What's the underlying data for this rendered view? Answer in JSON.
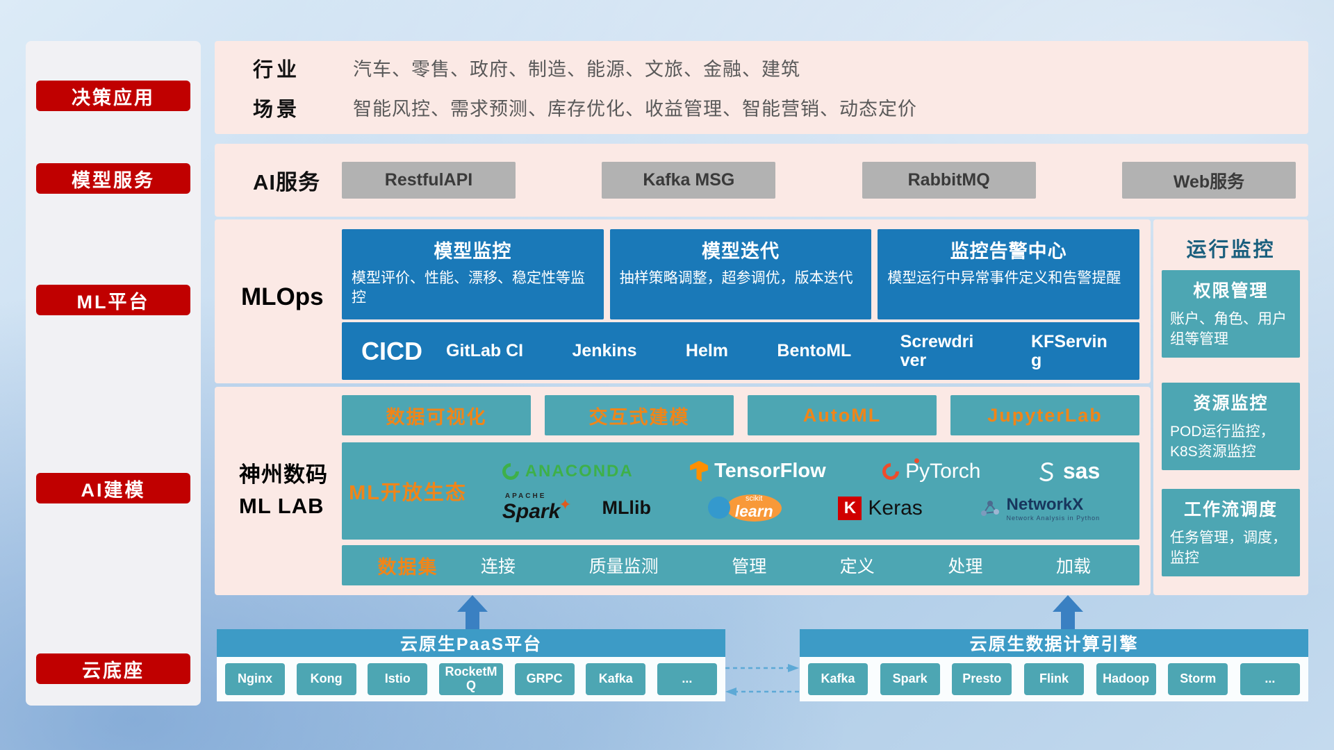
{
  "sidebar": {
    "items": [
      "决策应用",
      "模型服务",
      "ML平台",
      "AI建模",
      "云底座"
    ]
  },
  "decision_layer": {
    "industry_label": "行业",
    "industry_text": "汽车、零售、政府、制造、能源、文旅、金融、建筑",
    "scene_label": "场景",
    "scene_text": "智能风控、需求预测、库存优化、收益管理、智能营销、动态定价"
  },
  "ai_service": {
    "label": "AI服务",
    "buttons": [
      "RestfulAPI",
      "Kafka MSG",
      "RabbitMQ",
      "Web服务"
    ]
  },
  "mlops": {
    "label": "MLOps",
    "cards": [
      {
        "title": "模型监控",
        "desc": "模型评价、性能、漂移、稳定性等监控"
      },
      {
        "title": "模型迭代",
        "desc": "抽样策略调整，超参调优，版本迭代"
      },
      {
        "title": "监控告警中心",
        "desc": "模型运行中异常事件定义和告警提醒"
      }
    ],
    "cicd_label": "CICD",
    "cicd_items": [
      "GitLab CI",
      "Jenkins",
      "Helm",
      "BentoML",
      "Screwdriver",
      "KFServing"
    ]
  },
  "ml_lab": {
    "label_line1": "神州数码",
    "label_line2": "ML LAB",
    "feature_buttons": [
      "数据可视化",
      "交互式建模",
      "AutoML",
      "JupyterLab"
    ],
    "ecosystem_label": "ML开放生态",
    "logos": {
      "anaconda": "ANACONDA",
      "tensorflow": "TensorFlow",
      "pytorch": "PyTorch",
      "sas": "sas",
      "spark_apache": "APACHE",
      "spark": "Spark",
      "spark_star": "✦",
      "mllib": "MLlib",
      "scikit_top": "scikit",
      "scikit_main": "learn",
      "keras_k": "K",
      "keras": "Keras",
      "networkx": "NetworkX",
      "networkx_sub": "Network Analysis in Python"
    },
    "dataset_label": "数据集",
    "dataset_items": [
      "连接",
      "质量监测",
      "管理",
      "定义",
      "处理",
      "加载"
    ]
  },
  "monitoring": {
    "title": "运行监控",
    "cards": [
      {
        "title": "权限管理",
        "desc": "账户、角色、用户组等管理"
      },
      {
        "title": "资源监控",
        "desc": "POD运行监控，K8S资源监控"
      },
      {
        "title": "工作流调度",
        "desc": "任务管理，调度，监控"
      }
    ]
  },
  "cloud_base": {
    "paas": {
      "title": "云原生PaaS平台",
      "items": [
        "Nginx",
        "Kong",
        "Istio",
        "RocketMQ",
        "GRPC",
        "Kafka",
        "..."
      ]
    },
    "engine": {
      "title": "云原生数据计算引擎",
      "items": [
        "Kafka",
        "Spark",
        "Presto",
        "Flink",
        "Hadoop",
        "Storm",
        "..."
      ]
    }
  }
}
